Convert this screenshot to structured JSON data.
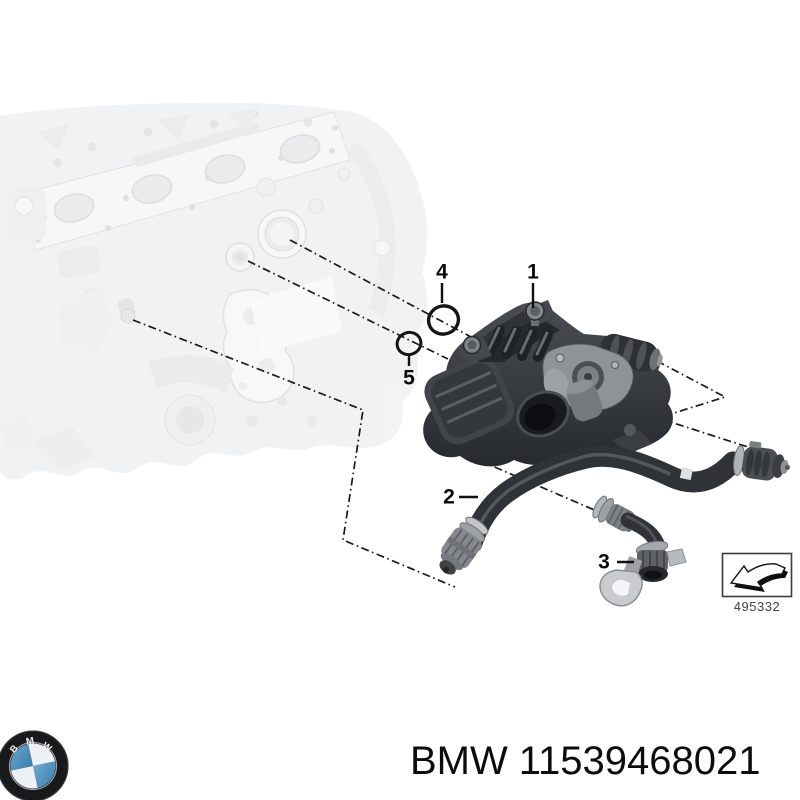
{
  "illustration": {
    "callouts": [
      {
        "label": "1"
      },
      {
        "label": "2"
      },
      {
        "label": "3"
      },
      {
        "label": "4"
      },
      {
        "label": "5"
      }
    ],
    "ref_box": {
      "code": "495332",
      "icon": "change-arrow-icon"
    }
  },
  "footer": {
    "brand": "BMW",
    "part_number": "11539468021"
  },
  "logo": {
    "letters": [
      "B",
      "M",
      "W"
    ]
  },
  "colors": {
    "background": "#ffffff",
    "leader_line": "#1a1a1a",
    "callout_text": "#0a0a0a",
    "ref_code_text": "#424242",
    "part_dark": "#2f3337",
    "engine_faint": "#e7e9ea",
    "bmw_blue": "#4a8fbe"
  }
}
